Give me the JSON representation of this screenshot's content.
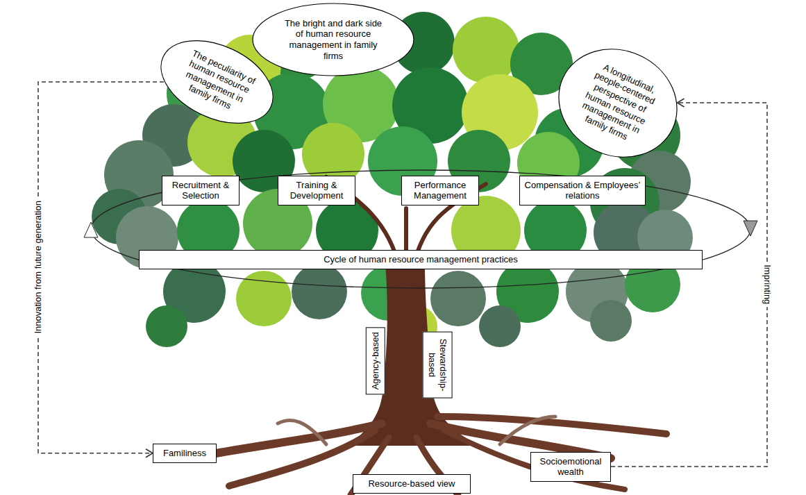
{
  "diagram": {
    "nodes": [
      {
        "text": [
          "The peculiarity of human resource management in family firms"
        ]
      },
      {
        "text": [
          "The bright and dark side of human resource management in family firms"
        ]
      },
      {
        "text": [
          "A longitudinal, people-centered perspective of human resource management in family firms"
        ]
      },
      {
        "text": [
          "Recruitment & Selection"
        ]
      },
      {
        "text": [
          "Training & Development"
        ]
      },
      {
        "text": [
          "Performance Management"
        ]
      },
      {
        "text": [
          "Compensation & Employees’ relations"
        ]
      },
      {
        "text": [
          "Cycle of human resource management practices"
        ]
      },
      {
        "text": [
          "Agency-based"
        ]
      },
      {
        "text": [
          "Stewardship-based"
        ]
      },
      {
        "text": [
          "Familiness"
        ]
      },
      {
        "text": [
          "Socioemotional wealth"
        ]
      },
      {
        "text": [
          "Resource-based view"
        ]
      }
    ],
    "edges": [
      {
        "from": 0,
        "to": 10,
        "label": "Innovation from future generation",
        "arrow": "to"
      },
      {
        "from": 11,
        "to": 2,
        "label": "Imprinting",
        "arrow": "to"
      }
    ]
  }
}
